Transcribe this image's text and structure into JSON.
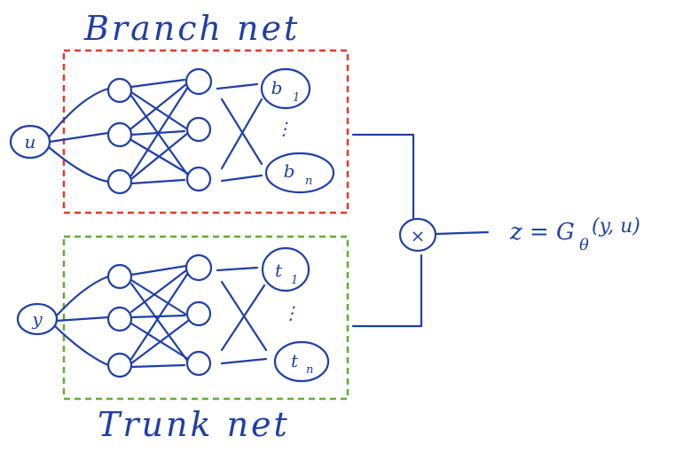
{
  "branch": {
    "title": "Branch net",
    "input": "u",
    "outputs": [
      {
        "base": "b",
        "sub": "1"
      },
      {
        "base": "b",
        "sub": "n"
      }
    ],
    "ellipsis": "⋮"
  },
  "trunk": {
    "title": "Trunk net",
    "input": "y",
    "outputs": [
      {
        "base": "t",
        "sub": "1"
      },
      {
        "base": "t",
        "sub": "n"
      }
    ],
    "ellipsis": "⋮"
  },
  "combine": {
    "operator": "×",
    "equation": "z = G",
    "equation_sub": "θ",
    "equation_args": "(y, u)"
  },
  "colors": {
    "ink": "#1f3fa8",
    "branch_box": "#e8392a",
    "trunk_box": "#5cb030"
  }
}
